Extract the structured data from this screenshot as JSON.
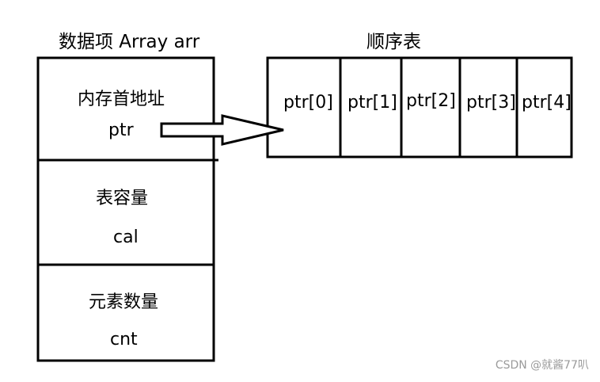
{
  "struct": {
    "title": "数据项 Array arr",
    "fields": [
      {
        "line1": "内存首地址",
        "line2": "ptr"
      },
      {
        "line1": "表容量",
        "line2": "cal"
      },
      {
        "line1": "元素数量",
        "line2": "cnt"
      }
    ]
  },
  "list": {
    "title": "顺序表",
    "slots": [
      "ptr[0]",
      "ptr[1]",
      "ptr[2]",
      "ptr[3]",
      "ptr[4]"
    ]
  },
  "watermark": "CSDN @就酱77叭",
  "colors": {
    "stroke": "#000000",
    "background": "#ffffff",
    "watermark": "#9a9a9a"
  }
}
